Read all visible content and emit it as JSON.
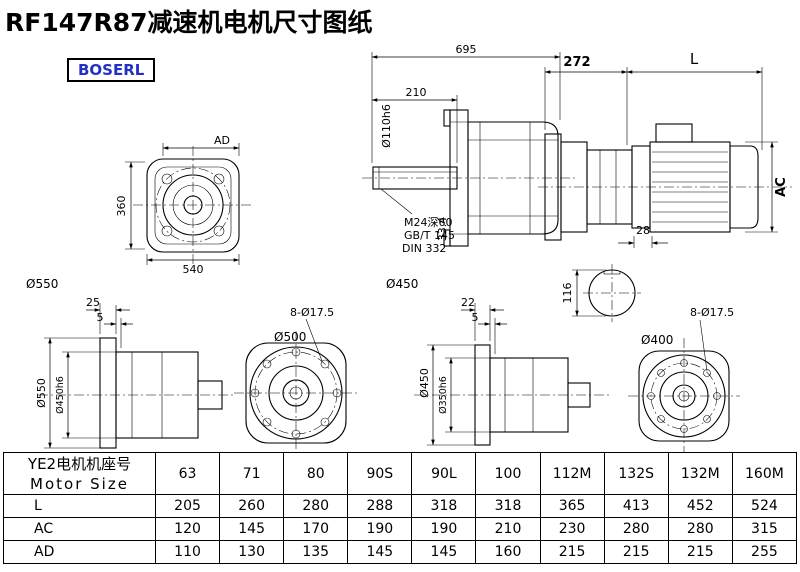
{
  "page": {
    "title": "RF147R87减速机电机尺寸图纸",
    "logo": "BOSERL"
  },
  "views": {
    "front": {
      "ad": "AD",
      "h": "360",
      "w": "540",
      "dia": "Ø550"
    },
    "side": {
      "len": "695",
      "shaft_len": "210",
      "shaft_dia": "Ø110h6",
      "thread": "M24深60",
      "std1": "GB/T 145",
      "std2": "DIN 332",
      "step": "33.4",
      "dia": "Ø450"
    },
    "motor": {
      "mid": "272",
      "len": "L",
      "ac": "AC",
      "key": "28",
      "shaft_h": "116"
    },
    "d1": {
      "t1": "25",
      "t2": "5",
      "dia1": "Ø550",
      "dia2": "Ø450h6"
    },
    "f1": {
      "holes": "8-Ø17.5",
      "dia": "Ø500"
    },
    "d2": {
      "t1": "22",
      "t2": "5",
      "dia1": "Ø450",
      "dia2": "Ø350h6"
    },
    "f2": {
      "holes": "8-Ø17.5",
      "dia": "Ø400"
    }
  },
  "table": {
    "header_cn": "YE2电机机座号",
    "header_en": "Motor Size",
    "sizes": [
      "63",
      "71",
      "80",
      "90S",
      "90L",
      "100",
      "112M",
      "132S",
      "132M",
      "160M"
    ],
    "rows": [
      {
        "label": "L",
        "values": [
          "205",
          "260",
          "280",
          "288",
          "318",
          "318",
          "365",
          "413",
          "452",
          "524"
        ]
      },
      {
        "label": "AC",
        "values": [
          "120",
          "145",
          "170",
          "190",
          "190",
          "210",
          "230",
          "280",
          "280",
          "315"
        ]
      },
      {
        "label": "AD",
        "values": [
          "110",
          "130",
          "135",
          "145",
          "145",
          "160",
          "215",
          "215",
          "215",
          "255"
        ]
      }
    ]
  }
}
